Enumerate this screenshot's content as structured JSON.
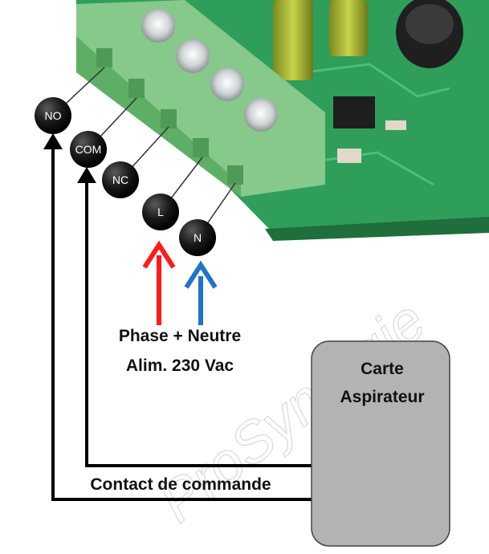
{
  "terminals": [
    {
      "id": "no",
      "label": "NO"
    },
    {
      "id": "com",
      "label": "COM"
    },
    {
      "id": "nc",
      "label": "NC"
    },
    {
      "id": "l",
      "label": "L"
    },
    {
      "id": "n",
      "label": "N"
    }
  ],
  "power_label": {
    "line1": "Phase + Neutre",
    "line2": "Alim. 230 Vac"
  },
  "board_box": {
    "line1": "Carte",
    "line2": "Aspirateur"
  },
  "contact_label": "Contact de commande",
  "watermark": "ProSynergie",
  "colors": {
    "pcb_green": "#2f9e5a",
    "terminal_block": "#86c98a",
    "phase_arrow": "#ff1a1a",
    "neutral_arrow": "#1f74c9",
    "wire": "#000000",
    "box_fill": "#b3b3b3"
  },
  "icons": [
    "terminal-screw-icon",
    "capacitor-icon",
    "arrow-up-icon"
  ]
}
